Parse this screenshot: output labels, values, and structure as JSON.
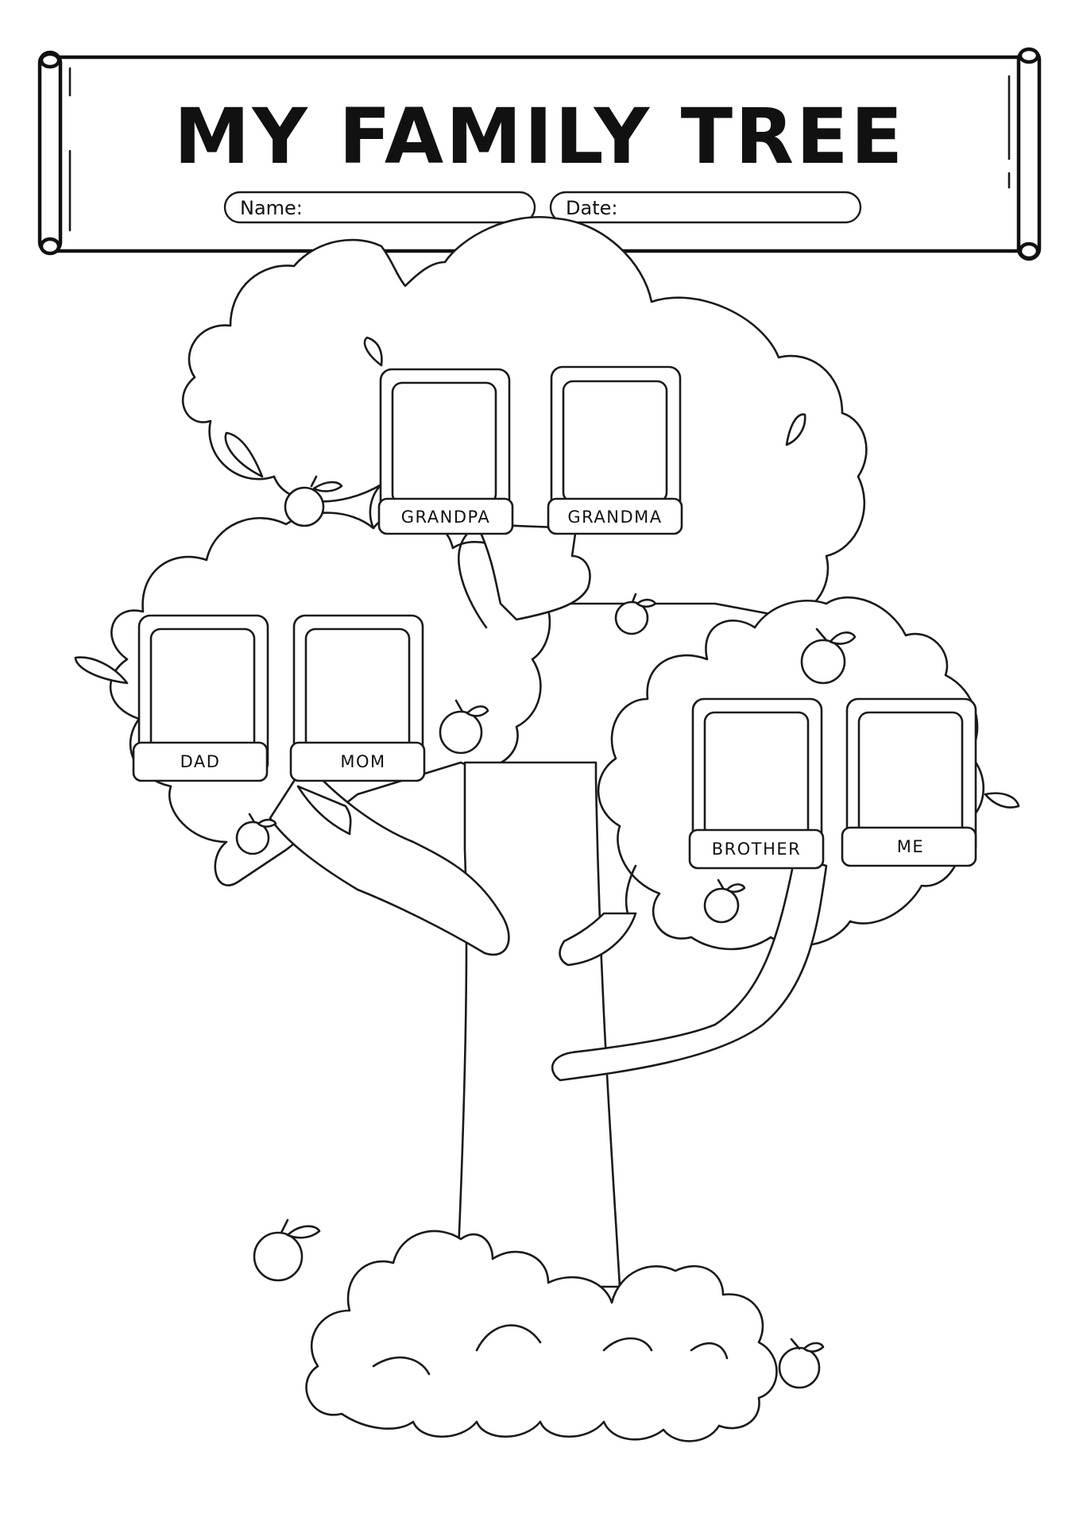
{
  "header": {
    "title": "MY FAMILY TREE",
    "name_label": "Name:",
    "date_label": "Date:"
  },
  "frames": {
    "grandpa": "GRANDPA",
    "grandma": "GRANDMA",
    "dad": "DAD",
    "mom": "MOM",
    "brother": "BROTHER",
    "me": "ME"
  },
  "colors": {
    "ink": "#1a1a1a",
    "paper": "#ffffff"
  }
}
